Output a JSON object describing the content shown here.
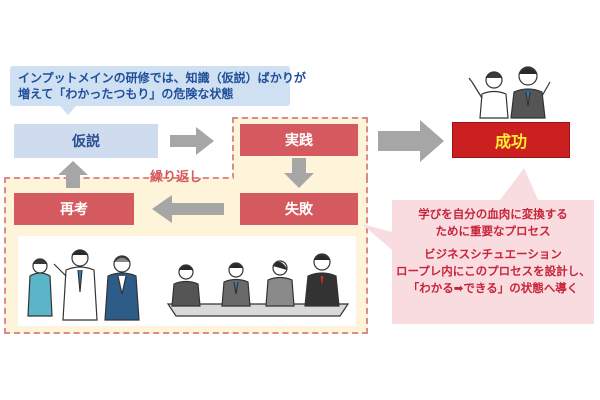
{
  "callout_top": {
    "line1": "インプットメインの研修では、知識（仮説）ばかりが",
    "line2": "増えて「わかったつもり」の危険な状態"
  },
  "steps": {
    "hypothesis": "仮説",
    "practice": "実践",
    "failure": "失敗",
    "reflection": "再考",
    "success": "成功"
  },
  "repeat_label": "繰り返し",
  "callout_bottom": {
    "line1": "学びを自分の血肉に変換する",
    "line2": "ために重要なプロセス",
    "line3": "ビジネスシチュエーション",
    "line4": "ロープレ内にこのプロセスを設計し、",
    "line5": "「わかる➡できる」の状態へ導く"
  },
  "colors": {
    "callout_blue": "#cfe0f3",
    "loop_fill": "#fdf4da",
    "loop_border": "#d98c8c",
    "step_red": "#d45a60",
    "success_red": "#cc1f1f",
    "success_text": "#ffee33",
    "arrow_gray": "#a6a6a6",
    "callout_pink": "#f9dce0"
  }
}
